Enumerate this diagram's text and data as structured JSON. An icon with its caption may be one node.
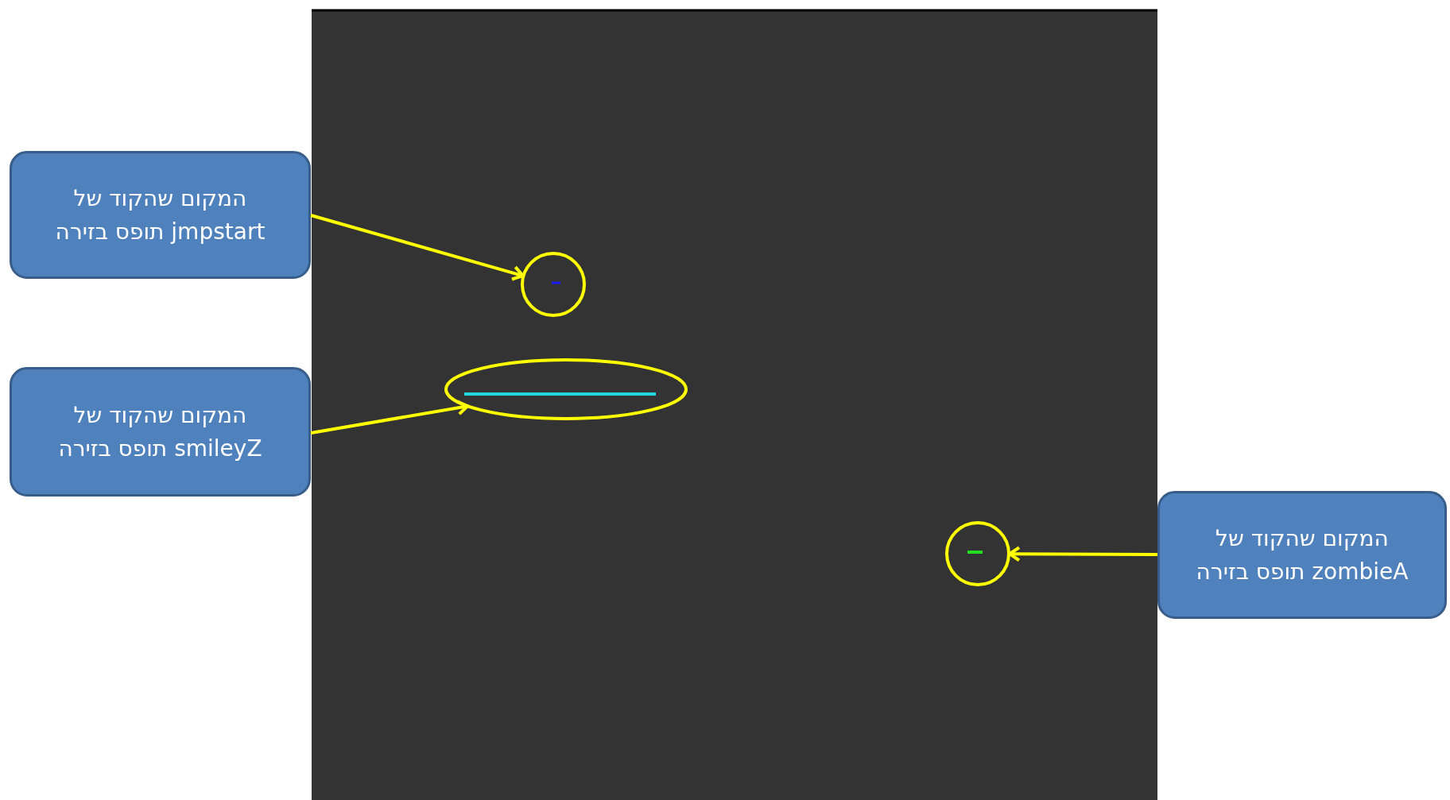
{
  "diagram": {
    "nodes": [
      {
        "text": [
          "המקום שהקוד של jmpstart תופס בזירה"
        ]
      },
      {
        "text": [],
        "shape": "circle"
      },
      {
        "text": [
          "המקום שהקוד של smileyZ תופס בזירה"
        ]
      },
      {
        "text": [],
        "shape": "ellipse"
      },
      {
        "text": [
          "המקום שהקוד של zombieA תופס בזירה"
        ]
      },
      {
        "text": [],
        "shape": "circle"
      }
    ],
    "edges": [
      {
        "from": 0,
        "to": 1,
        "arrow": "to"
      },
      {
        "from": 2,
        "to": 3,
        "arrow": "to"
      },
      {
        "from": 4,
        "to": 5,
        "arrow": "to"
      }
    ]
  }
}
